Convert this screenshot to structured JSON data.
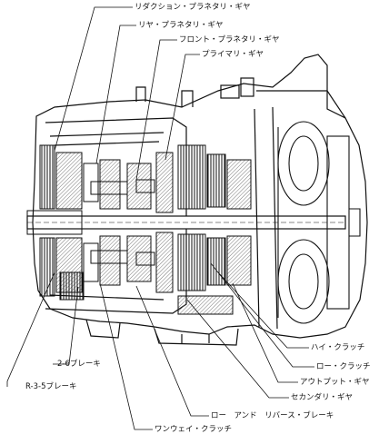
{
  "labels": {
    "reduction_planetary_gear": "リダクション・プラネタリ・ギヤ",
    "rear_planetary_gear": "リヤ・プラネタリ・ギヤ",
    "front_planetary_gear": "フロント・プラネタリ・ギヤ",
    "primary_gear": "プライマリ・ギヤ",
    "high_clutch": "ハイ・クラッチ",
    "low_clutch": "ロー・クラッチ",
    "output_gear": "アウトプット・ギヤ",
    "secondary_gear": "セカンダリ・ギヤ",
    "low_and_reverse_brake": "ロー　アンド　リバース・ブレーキ",
    "one_way_clutch": "ワンウェイ・クラッチ",
    "brake_2_6": "2-6ブレーキ",
    "brake_r35": "R-3-5ブレーキ"
  },
  "colors": {
    "line": "#111111",
    "hatch": "#555555",
    "background": "#ffffff"
  }
}
